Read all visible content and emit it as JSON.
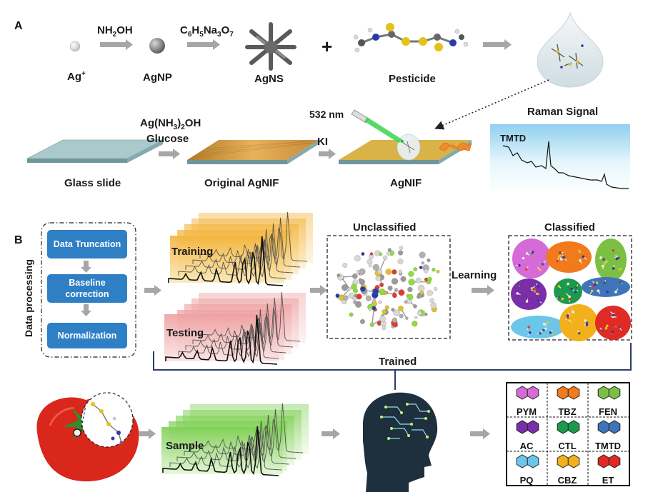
{
  "panels": {
    "a": "A",
    "b": "B"
  },
  "synthesis": {
    "ag_ion": "Ag",
    "ag_ion_sup": "+",
    "reagent1": "NH",
    "reagent1_sub": "2",
    "reagent1_tail": "OH",
    "agnp": "AgNP",
    "reagent2": "C6H5Na3O7",
    "reagent2_parts": [
      "C",
      "6",
      "H",
      "5",
      "Na",
      "3",
      "O",
      "7"
    ],
    "agns": "AgNS",
    "plus": "+",
    "pesticide": "Pesticide"
  },
  "substrate": {
    "glass": "Glass slide",
    "reagent3a": "Ag(NH",
    "reagent3a_sub": "3",
    "reagent3a_tail": ")",
    "reagent3a_sub2": "2",
    "reagent3a_end": "OH",
    "reagent3b": "Glucose",
    "original": "Original AgNIF",
    "ki": "KI",
    "laser": "532 nm",
    "agnif": "AgNIF",
    "raman_title": "Raman Signal",
    "raman_label": "TMTD"
  },
  "processing": {
    "title": "Data processing",
    "steps": [
      "Data Truncation",
      "Baseline correction",
      "Normalization"
    ],
    "training": "Training",
    "testing": "Testing",
    "unclassified": "Unclassified",
    "learning": "Learning",
    "classified": "Classified",
    "trained": "Trained",
    "sample": "Sample"
  },
  "pesticides": [
    {
      "name": "PYM",
      "color": "#d66ad6"
    },
    {
      "name": "TBZ",
      "color": "#f07a1c"
    },
    {
      "name": "FEN",
      "color": "#7cc043"
    },
    {
      "name": "AC",
      "color": "#7a2ea8"
    },
    {
      "name": "CTL",
      "color": "#1a9a4a"
    },
    {
      "name": "TMTD",
      "color": "#3f74b8"
    },
    {
      "name": "PQ",
      "color": "#6cc6ea"
    },
    {
      "name": "CBZ",
      "color": "#f2b11c"
    },
    {
      "name": "ET",
      "color": "#e02a24"
    }
  ],
  "colors": {
    "accent_blue": "#2f7fc4",
    "arrow_gray": "#a6a6a6",
    "training_yellow": "#f6c85a",
    "testing_pink": "#ef9e9e",
    "sample_green": "#8fd36a",
    "brain_dark": "#1e2f3e",
    "tomato_red": "#d9271c",
    "raman_blue": "#8fd0ee"
  }
}
